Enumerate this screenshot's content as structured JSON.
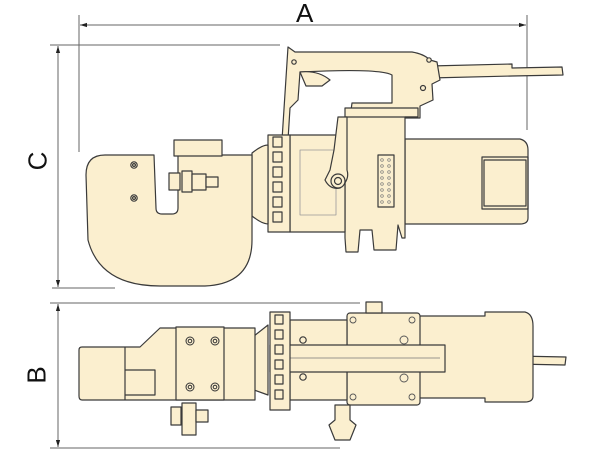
{
  "diagram": {
    "subject": "hydraulic punch tool technical drawing",
    "views": [
      {
        "name": "side-view",
        "position": "top"
      },
      {
        "name": "top-view",
        "position": "bottom"
      }
    ],
    "dimensions": {
      "A": "A",
      "B": "B",
      "C": "C"
    },
    "colors": {
      "body_fill": "#FBEFCF",
      "outline": "#3a3a3a",
      "dimension_line": "#555555",
      "background": "#FFFFFF"
    }
  }
}
